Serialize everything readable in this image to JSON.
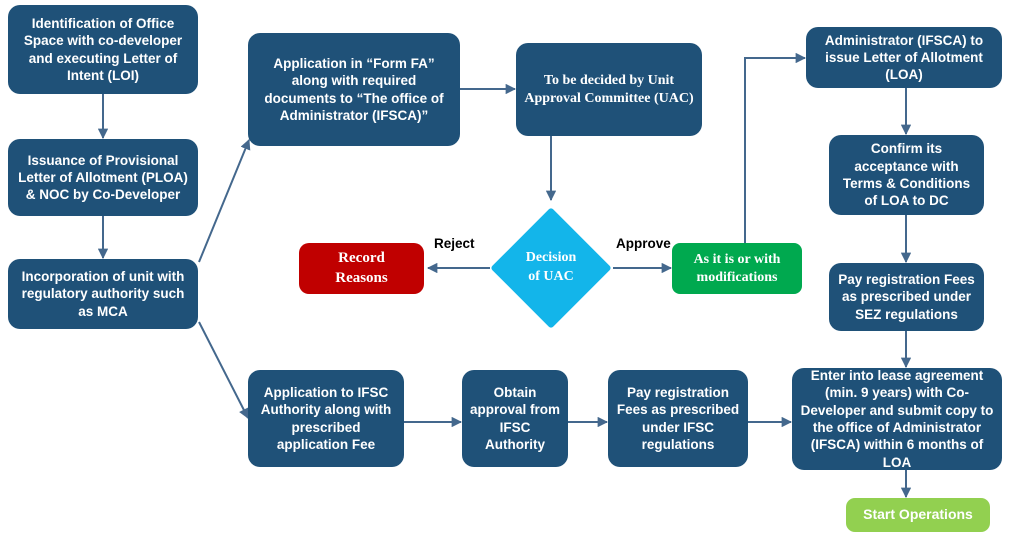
{
  "diagram": {
    "title": "IFSC Unit Setup Process Flowchart",
    "colors": {
      "navy": "#1F5178",
      "red": "#C00000",
      "green": "#00A94F",
      "light_green": "#92D050",
      "cyan": "#13B5EA",
      "connector": "#44688D",
      "label_text": "#000000",
      "node_text": "#FFFFFF",
      "background": "#FFFFFF"
    }
  },
  "nodes": {
    "identification": {
      "label": "Identification of Office Space with co-developer and executing Letter of Intent (LOI)",
      "shape": "rounded-rect",
      "color": "navy"
    },
    "ploa": {
      "label": "Issuance of Provisional Letter of Allotment (PLOA) & NOC by Co-Developer",
      "shape": "rounded-rect",
      "color": "navy"
    },
    "incorporation": {
      "label": "Incorporation of unit with regulatory authority such as MCA",
      "shape": "rounded-rect",
      "color": "navy"
    },
    "form_fa": {
      "label": "Application in “Form FA” along with required documents to “The office of Administrator (IFSCA)”",
      "shape": "rounded-rect",
      "color": "navy"
    },
    "uac": {
      "label": "To be decided by Unit Approval Committee (UAC)",
      "shape": "rounded-rect",
      "color": "navy"
    },
    "decision": {
      "label_line1": "Decision",
      "label_line2": "of UAC",
      "shape": "diamond",
      "color": "cyan"
    },
    "record_reasons": {
      "label_line1": "Record",
      "label_line2": "Reasons",
      "shape": "rounded-rect",
      "color": "red"
    },
    "as_it_is": {
      "label_line1": "As it is or with",
      "label_line2": "modifications",
      "shape": "rounded-rect",
      "color": "green"
    },
    "loa": {
      "label": "Administrator (IFSCA) to issue Letter of Allotment (LOA)",
      "shape": "rounded-rect",
      "color": "navy"
    },
    "confirm_acceptance": {
      "label": "Confirm its acceptance with Terms & Conditions of LOA to DC",
      "shape": "rounded-rect",
      "color": "navy"
    },
    "pay_sez": {
      "label": "Pay registration Fees as prescribed under SEZ regulations",
      "shape": "rounded-rect",
      "color": "navy"
    },
    "application_ifsc": {
      "label": "Application to IFSC Authority along with prescribed application Fee",
      "shape": "rounded-rect",
      "color": "navy"
    },
    "obtain_approval": {
      "label": "Obtain approval from IFSC Authority",
      "shape": "rounded-rect",
      "color": "navy"
    },
    "pay_ifsc": {
      "label": "Pay registration Fees as prescribed under IFSC regulations",
      "shape": "rounded-rect",
      "color": "navy"
    },
    "lease_agreement": {
      "label": "Enter into lease agreement (min. 9 years) with Co-Developer and submit copy to the office of Administrator (IFSCA) within 6 months of LOA",
      "shape": "rounded-rect",
      "color": "navy"
    },
    "start_operations": {
      "label": "Start Operations",
      "shape": "rounded-rect",
      "color": "light_green"
    }
  },
  "edge_labels": {
    "reject": "Reject",
    "approve": "Approve"
  }
}
